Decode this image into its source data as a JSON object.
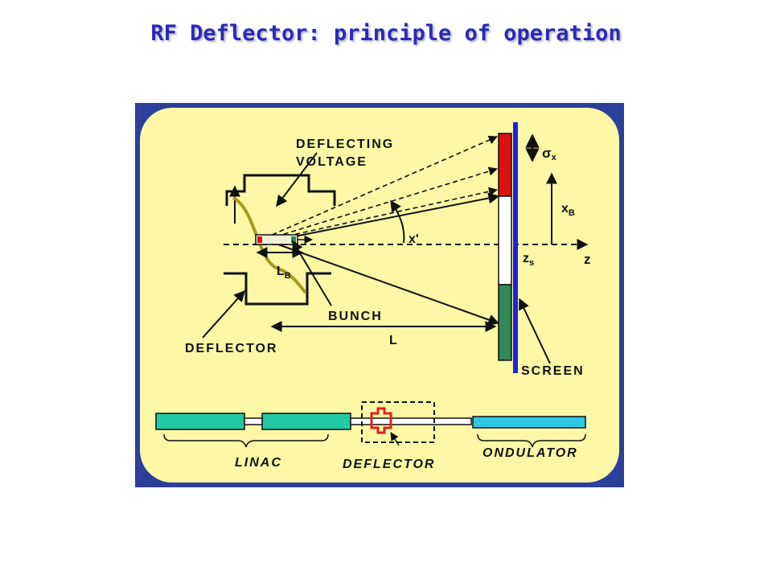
{
  "title": "RF Deflector: principle of operation",
  "diagram": {
    "labels": {
      "deflecting_voltage_line1": "DEFLECTING",
      "deflecting_voltage_line2": "VOLTAGE",
      "sigma": "σ",
      "sigma_sub": "x",
      "x_b": "x",
      "x_b_sub": "B",
      "x_prime": "x'",
      "z_axis": "z",
      "z_s": "z",
      "z_s_sub": "s",
      "l_b": "L",
      "l_b_sub": "B",
      "bunch": "BUNCH",
      "distance_l": "L",
      "deflector": "DEFLECTOR",
      "screen": "SCREEN"
    },
    "beamline": {
      "linac": "LINAC",
      "deflector": "DEFLECTOR",
      "ondulator": "ONDULATOR"
    },
    "colors": {
      "background": "#fdf7a6",
      "frame": "#2c3f9a",
      "screen_red": "#dd1111",
      "screen_green": "#2f8a57",
      "screen_bar": "#1c22dd",
      "linac": "#21c9a4",
      "ondulator": "#2cc8e6",
      "field_curve": "#a89a22",
      "deflector_icon": "#e02222"
    }
  }
}
